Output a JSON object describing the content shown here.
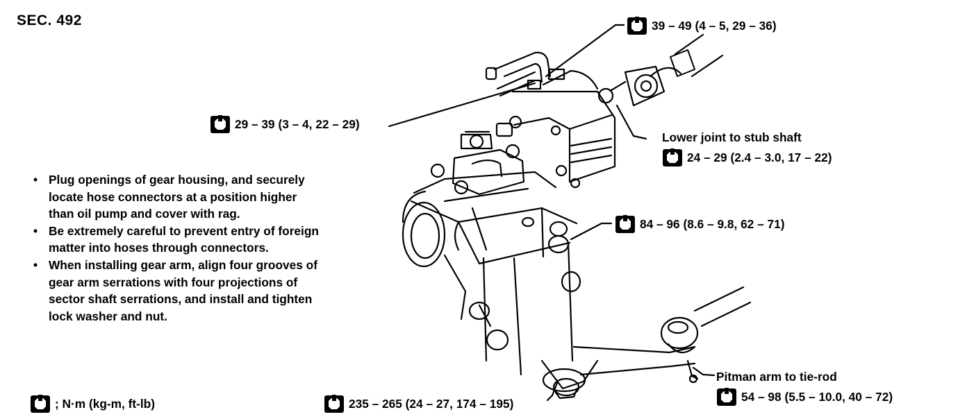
{
  "section": "SEC. 492",
  "notes": [
    "Plug openings of gear housing, and securely locate hose connectors at a position higher than oil pump and cover with rag.",
    "Be extremely careful to prevent entry of foreign matter into hoses through connectors.",
    "When installing gear arm, align four grooves of gear arm serrations with four projections of sector shaft serrations, and install and tighten lock washer and nut."
  ],
  "legend": "; N·m (kg-m, ft-lb)",
  "labels": {
    "lower_joint": "Lower joint to stub shaft",
    "pitman_arm": "Pitman arm to tie-rod"
  },
  "torques": {
    "hose_connector_upper": "39 – 49 (4 – 5, 29 – 36)",
    "hose_connector_lower": "29 – 39 (3 – 4, 22 – 29)",
    "lower_joint": "24 – 29 (2.4 – 3.0, 17 – 22)",
    "gear_mount_bolt": "84 – 96 (8.6 – 9.8, 62 – 71)",
    "pitman_arm_nut": "235 – 265 (24 – 27, 174 – 195)",
    "tie_rod": "54 – 98 (5.5 – 10.0, 40 – 72)"
  }
}
